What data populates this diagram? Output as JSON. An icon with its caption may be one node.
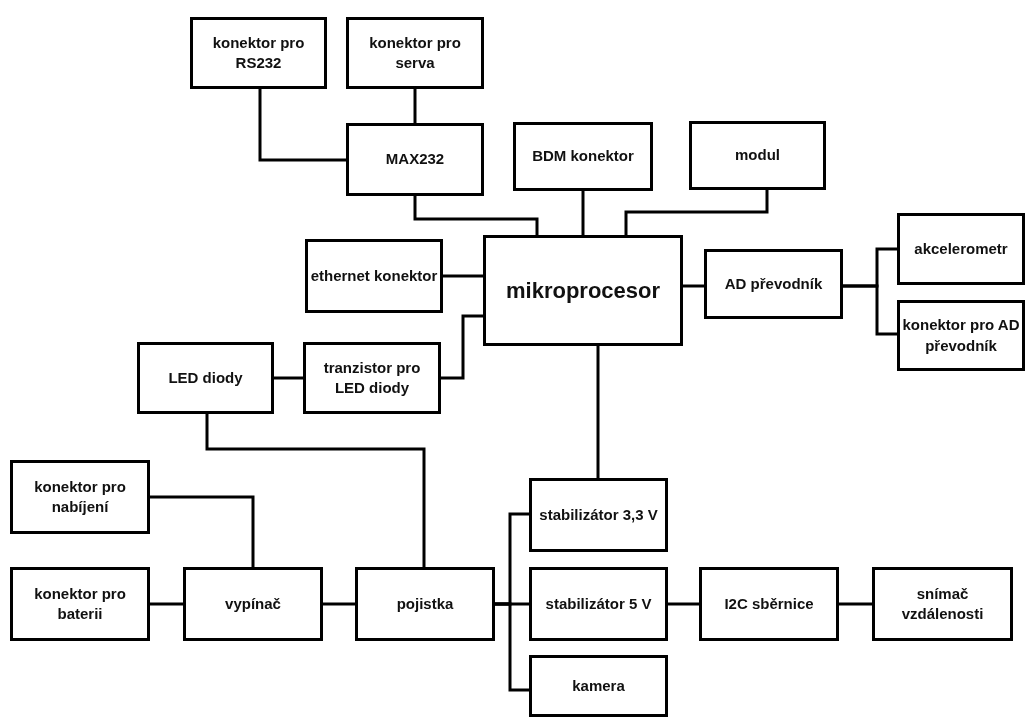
{
  "diagram": {
    "nodes": [
      {
        "text": [
          "konektor pro RS232"
        ]
      },
      {
        "text": [
          "konektor pro serva"
        ]
      },
      {
        "text": [
          "MAX232"
        ]
      },
      {
        "text": [
          "BDM konektor"
        ]
      },
      {
        "text": [
          "modul"
        ]
      },
      {
        "text": [
          "ethernet konektor"
        ]
      },
      {
        "text": [
          "mikroprocesor"
        ]
      },
      {
        "text": [
          "AD převodník"
        ]
      },
      {
        "text": [
          "akcelerometr"
        ]
      },
      {
        "text": [
          "konektor pro AD převodník"
        ]
      },
      {
        "text": [
          "LED diody"
        ]
      },
      {
        "text": [
          "tranzistor pro LED diody"
        ]
      },
      {
        "text": [
          "konektor pro nabíjení"
        ]
      },
      {
        "text": [
          "stabilizátor 3,3 V"
        ]
      },
      {
        "text": [
          "konektor pro baterii"
        ]
      },
      {
        "text": [
          "vypínač"
        ]
      },
      {
        "text": [
          "pojistka"
        ]
      },
      {
        "text": [
          "stabilizátor 5 V"
        ]
      },
      {
        "text": [
          "I2C sběrnice"
        ]
      },
      {
        "text": [
          "snímač vzdálenosti"
        ]
      },
      {
        "text": [
          "kamera"
        ]
      }
    ],
    "edges": [
      {
        "from": 0,
        "to": 2,
        "arrow": "none"
      },
      {
        "from": 1,
        "to": 2,
        "arrow": "none"
      },
      {
        "from": 2,
        "to": 6,
        "arrow": "none"
      },
      {
        "from": 3,
        "to": 6,
        "arrow": "none"
      },
      {
        "from": 4,
        "to": 6,
        "arrow": "none"
      },
      {
        "from": 5,
        "to": 6,
        "arrow": "none"
      },
      {
        "from": 11,
        "to": 6,
        "arrow": "none"
      },
      {
        "from": 10,
        "to": 11,
        "arrow": "none"
      },
      {
        "from": 6,
        "to": 7,
        "arrow": "none"
      },
      {
        "from": 7,
        "to": 8,
        "arrow": "none"
      },
      {
        "from": 7,
        "to": 9,
        "arrow": "none"
      },
      {
        "from": 6,
        "to": 13,
        "arrow": "none"
      },
      {
        "from": 10,
        "to": 16,
        "arrow": "none"
      },
      {
        "from": 12,
        "to": 15,
        "arrow": "none"
      },
      {
        "from": 14,
        "to": 15,
        "arrow": "none"
      },
      {
        "from": 15,
        "to": 16,
        "arrow": "none"
      },
      {
        "from": 16,
        "to": 13,
        "arrow": "none"
      },
      {
        "from": 16,
        "to": 17,
        "arrow": "none"
      },
      {
        "from": 16,
        "to": 20,
        "arrow": "none"
      },
      {
        "from": 17,
        "to": 18,
        "arrow": "none"
      },
      {
        "from": 18,
        "to": 19,
        "arrow": "none"
      }
    ]
  }
}
